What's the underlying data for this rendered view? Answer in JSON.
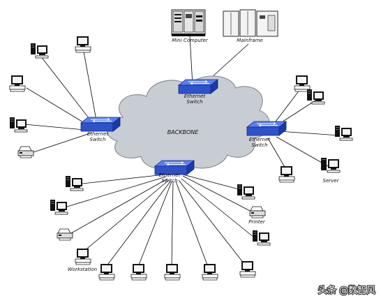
{
  "diagram": {
    "backbone_label": "BACKBONE",
    "switch_label_line1": "Ethernet",
    "switch_label_line2": "Switch",
    "labels": {
      "mini_computer": "Mini Computer",
      "mainframe": "Mainframe",
      "server": "Server",
      "printer": "Printer",
      "workstation": "Workstation"
    },
    "watermark": "头条 @数智风"
  },
  "colors": {
    "switch_top": "#3f63d6",
    "switch_side": "#1a3aa8",
    "cloud_fill": "#c8cdd4",
    "cloud_stroke": "#8a9098",
    "link": "#000000"
  }
}
